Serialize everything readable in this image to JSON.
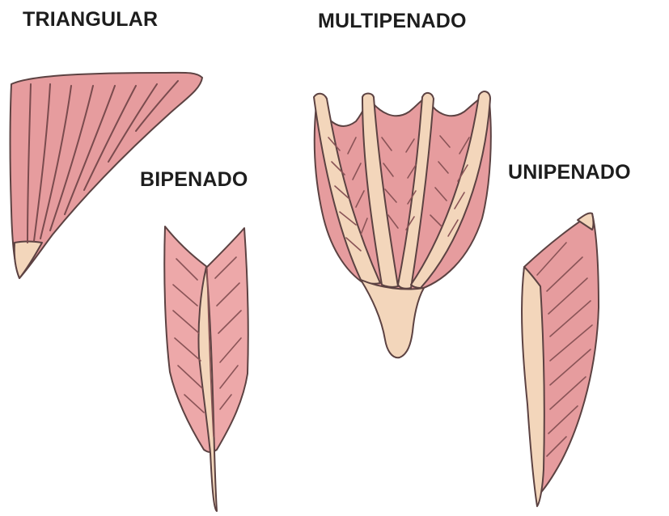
{
  "labels": {
    "triangular": "TRIANGULAR",
    "multipenado": "MULTIPENADO",
    "bipenado": "BIPENADO",
    "unipenado": "UNIPENADO"
  },
  "colors": {
    "muscle": "#e69c9e",
    "tendon": "#f3d6bb",
    "outline": "#5c4242",
    "fibers": "#7a4b4e"
  }
}
